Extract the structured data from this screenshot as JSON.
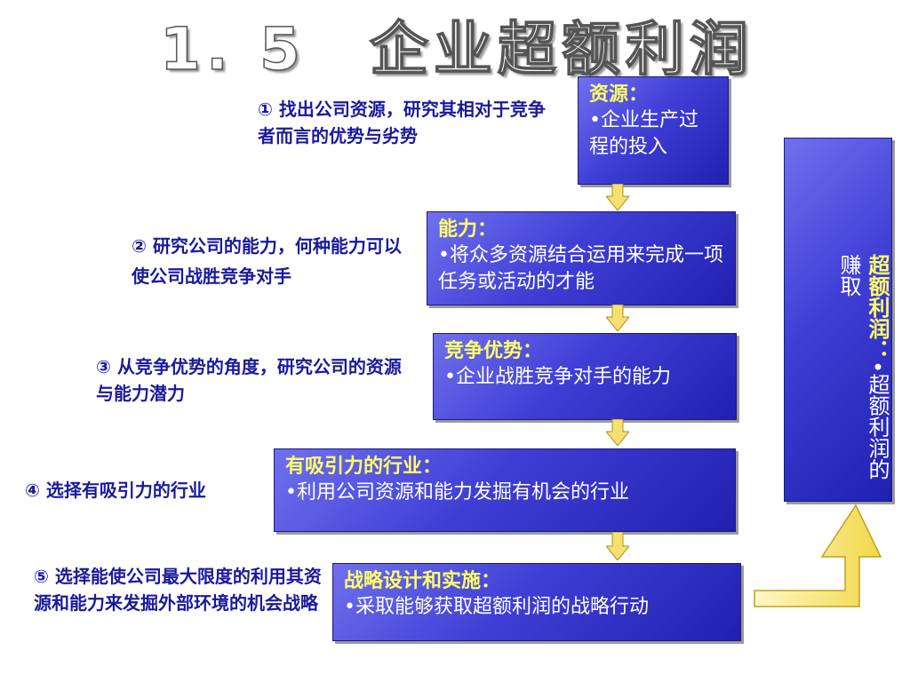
{
  "title": "1. 5　企业超额利润",
  "steps": [
    {
      "note": "① 找出公司资源，研究其相对于竞争者而言的优势与劣势",
      "head": "资源：",
      "body": "•企业生产过程的投入"
    },
    {
      "note": "② 研究公司的能力，何种能力可以使公司战胜竞争对手",
      "head": "能力：",
      "body": "•将众多资源结合运用来完成一项任务或活动的才能"
    },
    {
      "note": "③ 从竞争优势的角度，研究公司的资源与能力潜力",
      "head": "竞争优势：",
      "body": "•企业战胜竞争对手的能力"
    },
    {
      "note": "④ 选择有吸引力的行业",
      "head": "有吸引力的行业：",
      "body": "•利用公司资源和能力发掘有机会的行业"
    },
    {
      "note": "⑤ 选择能使公司最大限度的利用其资源和能力来发掘外部环境的机会战略",
      "head": "战略设计和实施：",
      "body": "•采取能够获取超额利润的战略行动"
    }
  ],
  "side": {
    "bullet": "•",
    "head": "超额利润：",
    "body": "超额利润的赚取"
  }
}
